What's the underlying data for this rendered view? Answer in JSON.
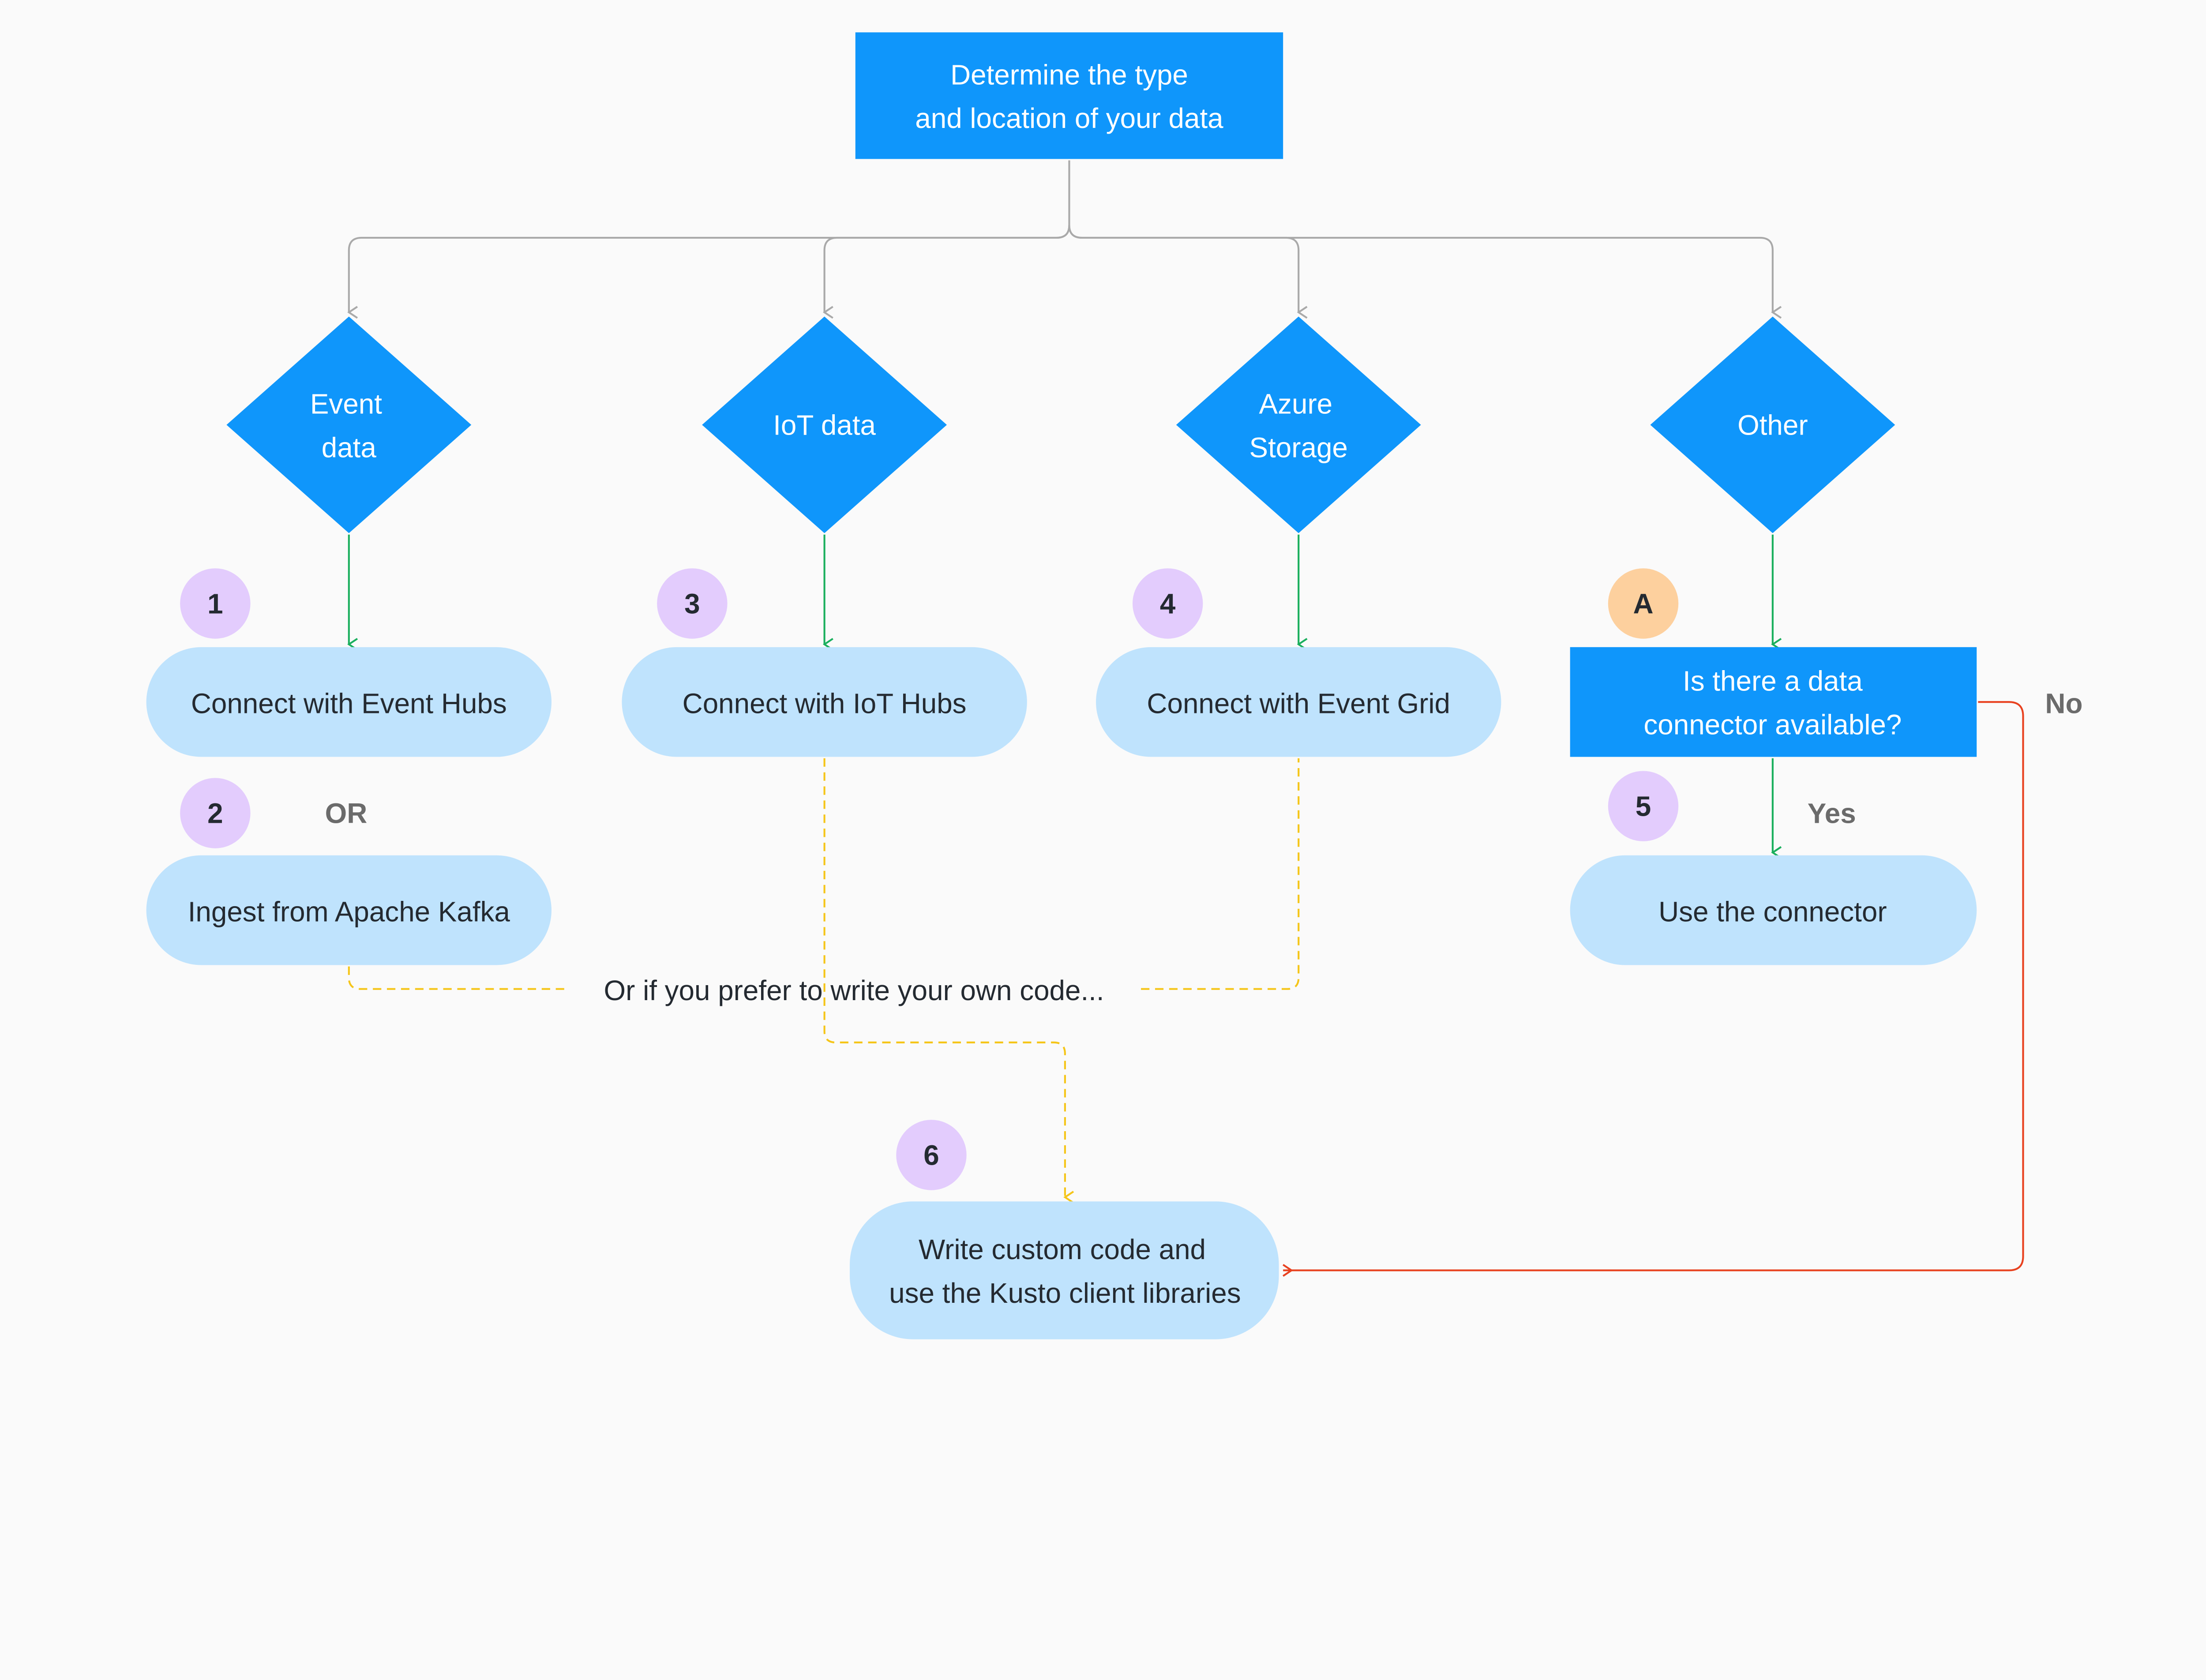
{
  "colors": {
    "background": "#fafafa",
    "primary_blue": "#0f96fb",
    "light_blue": "#bfe3fd",
    "badge_purple": "#e3ccfd",
    "badge_orange": "#fdd09e",
    "connector_gray": "#a9a9a9",
    "arrow_green": "#1aaf5d",
    "dashed_yellow": "#f5c518",
    "no_red": "#e8411f"
  },
  "start": {
    "line1": "Determine the type",
    "line2": "and location of your data"
  },
  "decisions": [
    {
      "line1": "Event",
      "line2": "data"
    },
    {
      "line1": "IoT data"
    },
    {
      "line1": "Azure",
      "line2": "Storage"
    },
    {
      "line1": "Other"
    }
  ],
  "badges": [
    "1",
    "2",
    "3",
    "4",
    "A",
    "5",
    "6"
  ],
  "steps": {
    "event_hubs": "Connect with Event Hubs",
    "kafka": "Ingest from Apache Kafka",
    "iot_hubs": "Connect with IoT Hubs",
    "event_grid": "Connect with Event Grid",
    "connector_question": {
      "line1": "Is there a data",
      "line2": "connector available?"
    },
    "use_connector": "Use the connector",
    "custom_code": {
      "line1": "Write custom code and",
      "line2": "use the Kusto client libraries"
    }
  },
  "labels": {
    "or": "OR",
    "yes": "Yes",
    "no": "No",
    "own_code": "Or if you prefer to write your own code..."
  }
}
